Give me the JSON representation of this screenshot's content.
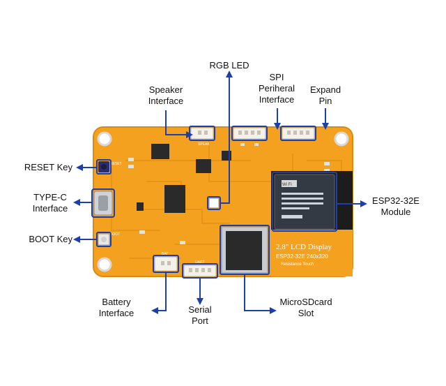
{
  "labels": {
    "rgb_led": "RGB LED",
    "speaker": [
      "Speaker",
      "Interface"
    ],
    "spi": [
      "SPI",
      "Periheral",
      "Interface"
    ],
    "expand": [
      "Expand",
      "Pin"
    ],
    "reset": "RESET Key",
    "typec": [
      "TYPE-C",
      "Interface"
    ],
    "boot": "BOOT Key",
    "esp": [
      "ESP32-32E",
      "Module"
    ],
    "battery": [
      "Battery",
      "Interface"
    ],
    "serial": [
      "Serial",
      "Port"
    ],
    "sd": [
      "MicroSDcard",
      "Slot"
    ]
  },
  "board": {
    "display_title": "2.8\" LCD Display",
    "display_model": "ESP32-32E  240x320",
    "display_touch": "Resistance Touch",
    "module_mark": "Wi Fi",
    "silk_uart": "UART",
    "silk_bat": "BAT",
    "silk_reset": "RESET",
    "silk_boot": "BOOT",
    "silk_speak": "SPEAK"
  },
  "colors": {
    "board": "#f3a11f",
    "board_dark": "#d98a12",
    "annotation": "#1f3fa8",
    "chip": "#2a2a2a",
    "module": "#343a44"
  }
}
